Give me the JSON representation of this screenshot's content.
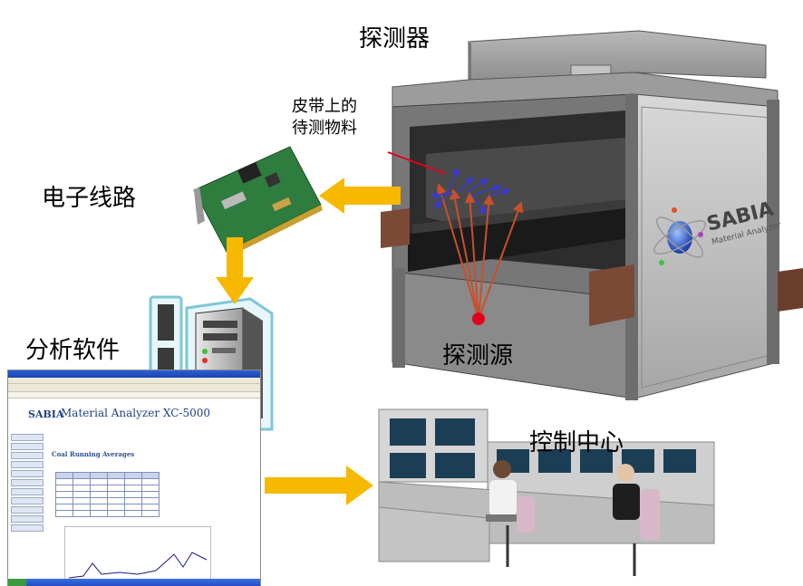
{
  "labels": {
    "detector": "探测器",
    "material_line1": "皮带上的",
    "material_line2": "待测物料",
    "electronics": "电子线路",
    "software": "分析软件",
    "source": "探测源",
    "control": "控制中心"
  },
  "device": {
    "brand": "SABIA",
    "subtitle": "Material Analyzer"
  },
  "screenshot": {
    "brand": "SABIA",
    "product": "Material Analyzer XC-5000",
    "section_title": "Coal Running Averages"
  },
  "colors": {
    "arrow": "#f6b900",
    "ray_red": "#c8502a",
    "ray_blue": "#3a3ad0",
    "source_dot": "#e0001b",
    "pointer": "#e0001b",
    "case": "#8c8c8c",
    "panel": "#c9c9c9",
    "belt": "#2a2a2a",
    "support": "#7a4a36"
  }
}
